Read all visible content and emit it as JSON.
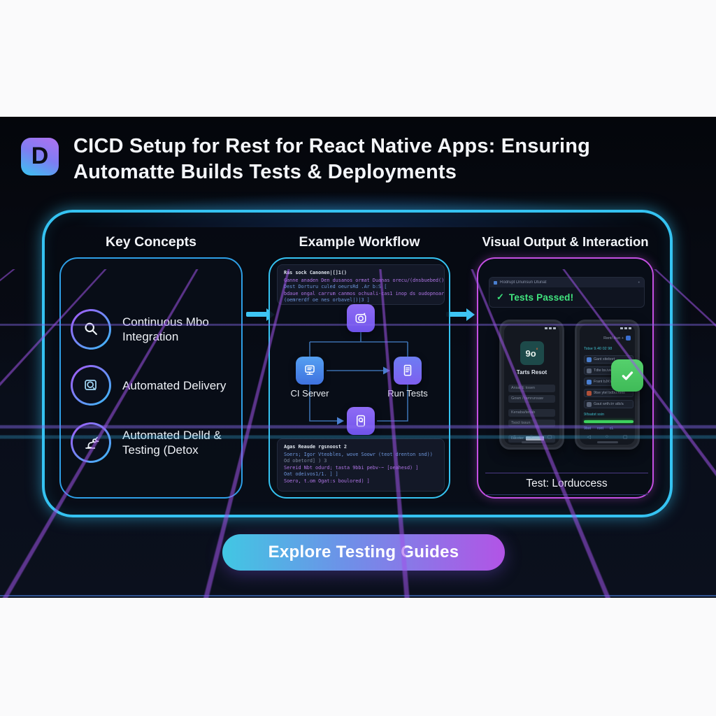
{
  "header": {
    "logo_letter": "D",
    "title_line1": "CICD Setup for Rest for React Native Apps: Ensuring",
    "title_line2": "Automatte Builds Tests & Deployments"
  },
  "columns": {
    "key_concepts": {
      "heading": "Key Concepts",
      "items": [
        {
          "icon": "magnifier-icon",
          "label": "Continuous Mbo Integration"
        },
        {
          "icon": "camera-icon",
          "label": "Automated Delivery"
        },
        {
          "icon": "robot-arm-icon",
          "label": "Automated Delld & Testing (Detox"
        }
      ]
    },
    "example_workflow": {
      "heading": "Example Workflow",
      "code_top": [
        "Ras sock Canonen|[]1()",
        "Ganne anaden Den dusanos ormat Duanas orecu/(dnsbuebed() )",
        "  Dest Dorturu culed oeursRd  .Ar b:S  [",
        "  bdaue ongal carrum canmos ochuali-cas1 inop ds oudopnoarn doanio )",
        "  (oemrerdf oe nes orbavel|)|3  ]",
        "}"
      ],
      "ci_server_label": "CI Server",
      "run_tests_label": "Run Tests",
      "code_bottom": [
        "Agas Reaude rgsnoost 2",
        "Soers; Igor Vteobles, wove Soowr (teot drenton snd))",
        "  Od obetord] ) 3",
        "  Sereid Nbt odurd; tasta 9bbi pebv-~ [oeahesd) ]",
        "  Oat odeivos1/1. ] ]",
        "  Soero, t.om Ogat:s boulored) ]"
      ]
    },
    "visual_output": {
      "heading": "Visual Output & Interaction",
      "result_card": {
        "titlebar_text": "Rodrupt Dnunsun Dtunat",
        "menu_glyph": "•",
        "check_glyph": "✓",
        "status_text": "Tests Passed!"
      },
      "phone1": {
        "app_icon_text": "9o",
        "app_icon_badge": "°",
        "app_label": "Tarts Resot",
        "rows": [
          "Ansal E tosen",
          "Gown / tamrunsaw",
          "Kenaba/terlab",
          "Tsoct tssun",
          "Lccoter"
        ]
      },
      "phone2": {
        "header_text": "Rent/ Aun +",
        "section_label": "Tstse 9.40 02 98",
        "rows": [
          "Gant xitebort",
          "Tdte bs.ivie",
          "Frant bJKV or.sis",
          "9tse ytel bdbu.rtets",
          "Gaut wrth.trr atb/a"
        ],
        "progress_label": "9/tsatst ssin",
        "footer_text": "9bst      ront      cL"
      },
      "phone_nav": {
        "back": "◁",
        "home": "○",
        "recent": "▢"
      },
      "caption": "Test: Lorduccess"
    }
  },
  "cta": {
    "label": "Explore Testing Guides"
  },
  "colors": {
    "accent_cyan": "#35c3f2",
    "accent_magenta": "#c44fe2",
    "accent_green": "#3ae07a",
    "status_green": "#41e47e",
    "button_gradient_start": "#41c7e3",
    "button_gradient_end": "#b254e6",
    "logo_gradient_start": "#a973f0",
    "logo_gradient_end": "#3fbef0"
  }
}
